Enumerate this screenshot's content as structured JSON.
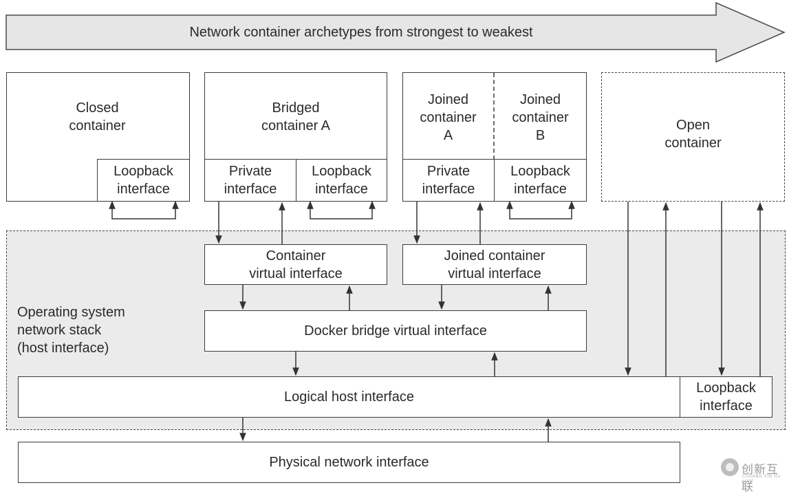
{
  "banner": {
    "text": "Network container archetypes from strongest to weakest"
  },
  "closed": {
    "title": "Closed\ncontainer",
    "loopback": "Loopback\ninterface"
  },
  "bridged": {
    "title": "Bridged\ncontainer A",
    "private": "Private\ninterface",
    "loopback": "Loopback\ninterface"
  },
  "joined": {
    "a": "Joined\ncontainer\nA",
    "b": "Joined\ncontainer\nB",
    "private": "Private\ninterface",
    "loopback": "Loopback\ninterface"
  },
  "open": {
    "title": "Open\ncontainer"
  },
  "host_stack": {
    "label": "Operating system\nnetwork stack\n(host interface)"
  },
  "container_virtual": "Container\nvirtual interface",
  "joined_virtual": "Joined container\nvirtual interface",
  "docker_bridge": "Docker bridge virtual interface",
  "logical_host": "Logical host interface",
  "host_loopback": "Loopback\ninterface",
  "physical": "Physical network interface",
  "watermark": {
    "name": "创新互联",
    "sub": "CHUANG XIN HU LIAN"
  },
  "colors": {
    "banner_fill": "#e6e6e6",
    "region_fill": "#ebebeb",
    "stroke": "#3a3a3a"
  }
}
